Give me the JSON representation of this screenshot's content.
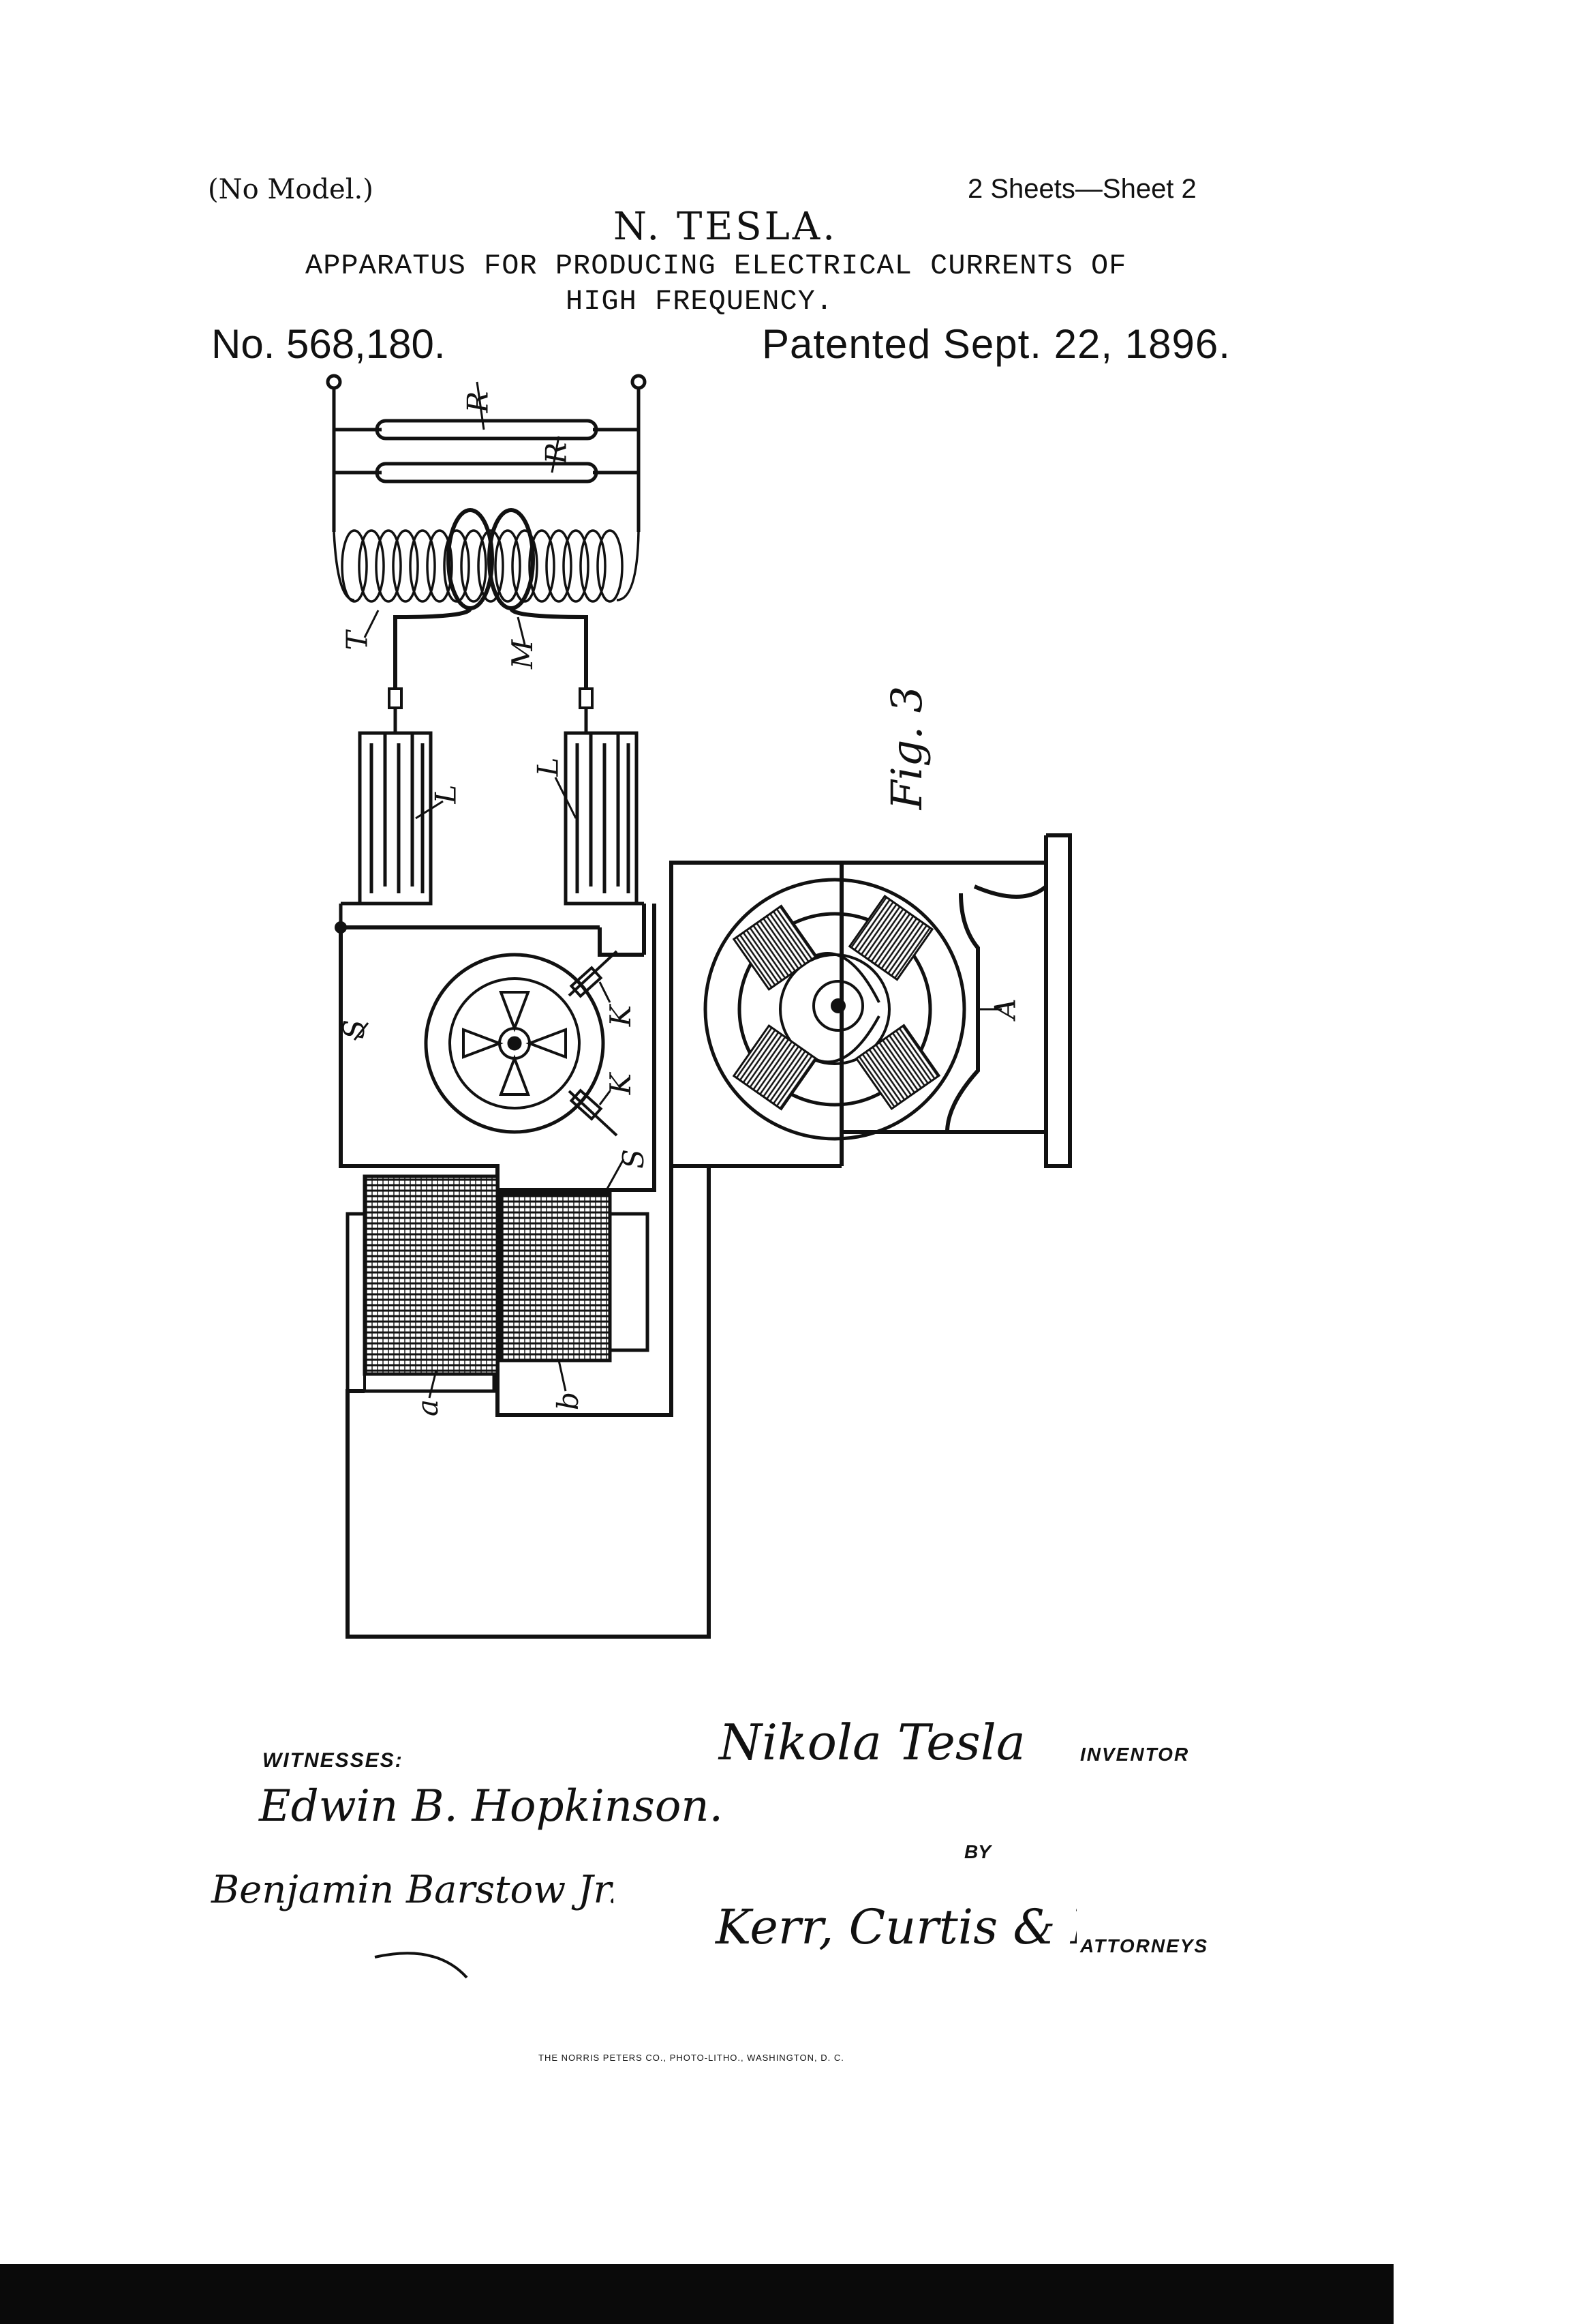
{
  "header": {
    "no_model": "(No Model.)",
    "sheets": "2 Sheets—Sheet 2",
    "inventor": "N. TESLA.",
    "title_line_1": "APPARATUS FOR PRODUCING ELECTRICAL CURRENTS OF",
    "title_line_2": "HIGH FREQUENCY.",
    "patent_no": "No. 568,180.",
    "patented": "Patented Sept. 22, 1896."
  },
  "figure": {
    "label": "Fig. 3",
    "letters": {
      "R1": "R",
      "R2": "R",
      "T": "T",
      "M": "M",
      "L1": "L",
      "L2": "L",
      "K1": "K",
      "K2": "K",
      "S1": "S",
      "S2": "S",
      "A": "A",
      "a": "a",
      "b": "b"
    }
  },
  "footer": {
    "witnesses_label": "WITNESSES:",
    "witness_1_signature": "Edwin B. Hopkinson.",
    "witness_2_signature": "Benjamin Barstow Jr.",
    "inventor_signature": "Nikola Tesla",
    "inventor_label": "INVENTOR",
    "by_label": "BY",
    "attorneys_signature": "Kerr, Curtis & Page",
    "attorneys_label": "ATTORNEYS",
    "printer": "THE NORRIS PETERS CO., PHOTO-LITHO., WASHINGTON, D. C."
  }
}
